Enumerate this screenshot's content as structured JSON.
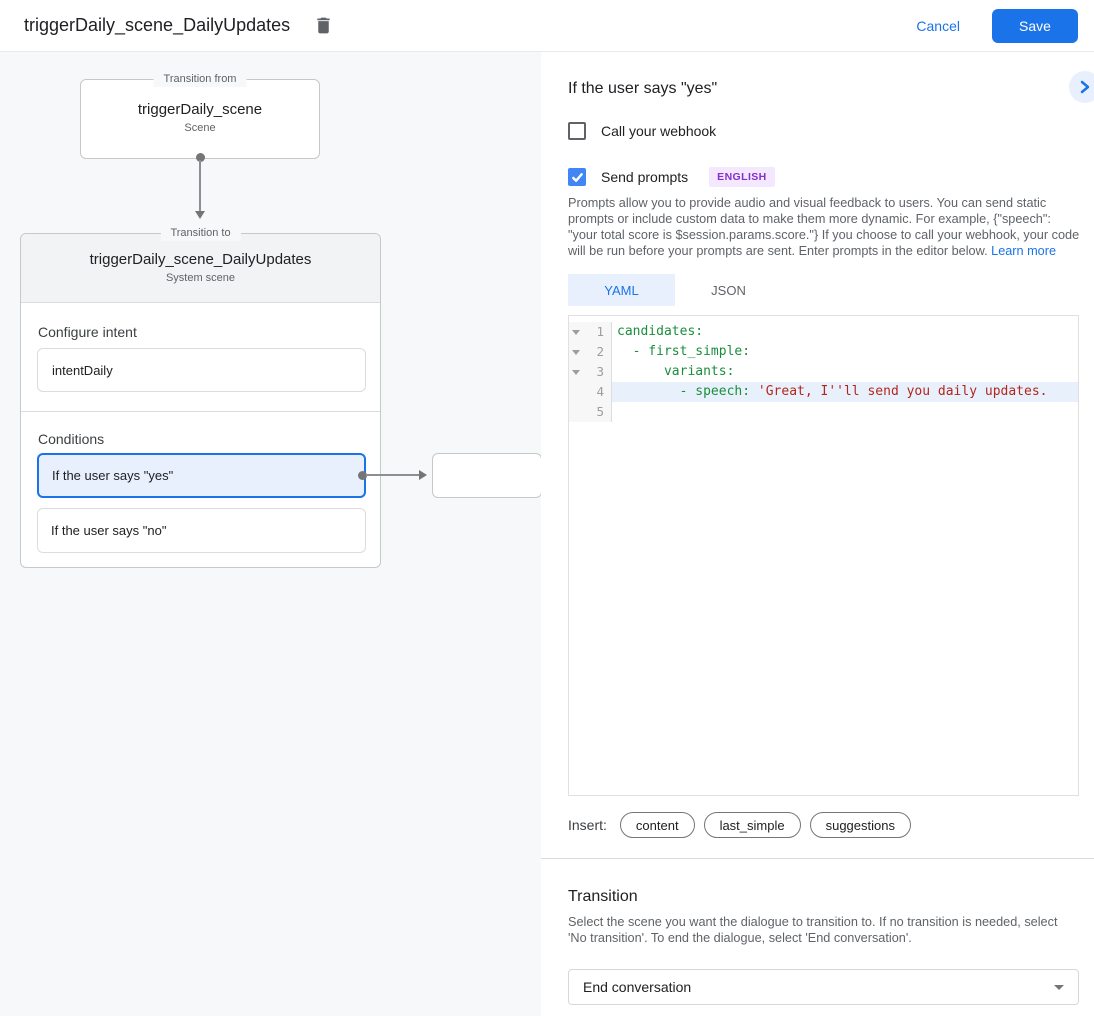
{
  "header": {
    "title": "triggerDaily_scene_DailyUpdates",
    "cancel_label": "Cancel",
    "save_label": "Save"
  },
  "flow": {
    "from_label": "Transition from",
    "from_scene": {
      "name": "triggerDaily_scene",
      "type": "Scene"
    },
    "to_label": "Transition to",
    "to_scene": {
      "name": "triggerDaily_scene_DailyUpdates",
      "type": "System scene"
    },
    "configure_intent": {
      "heading": "Configure intent",
      "value": "intentDaily"
    },
    "conditions": {
      "heading": "Conditions",
      "items": [
        {
          "label": "If the user says \"yes\"",
          "selected": true
        },
        {
          "label": "If the user says \"no\"",
          "selected": false
        }
      ]
    }
  },
  "panel": {
    "title": "If the user says \"yes\"",
    "webhook_label": "Call your webhook",
    "prompts_label": "Send prompts",
    "language_badge": "ENGLISH",
    "description": "Prompts allow you to provide audio and visual feedback to users. You can send static prompts or include custom data to make them more dynamic. For example, {\"speech\": \"your total score is $session.params.score.\"} If you choose to call your webhook, your code will be run before your prompts are sent. Enter prompts in the editor below. ",
    "learn_more_label": "Learn more",
    "tabs": [
      {
        "label": "YAML",
        "active": true
      },
      {
        "label": "JSON",
        "active": false
      }
    ],
    "editor": {
      "lines": [
        {
          "num": "1",
          "code": "candidates:",
          "string": ""
        },
        {
          "num": "2",
          "code": "  - first_simple:",
          "string": ""
        },
        {
          "num": "3",
          "code": "      variants:",
          "string": ""
        },
        {
          "num": "4",
          "code": "        - speech: ",
          "string": "'Great, I''ll send you daily updates."
        },
        {
          "num": "5",
          "code": "",
          "string": ""
        }
      ]
    },
    "insert": {
      "label": "Insert:",
      "chips": [
        "content",
        "last_simple",
        "suggestions"
      ]
    },
    "transition": {
      "heading": "Transition",
      "description": "Select the scene you want the dialogue to transition to. If no transition is needed, select 'No transition'. To end the dialogue, select 'End conversation'.",
      "selected_value": "End conversation"
    }
  },
  "colors": {
    "accent_blue": "#1a73e8",
    "checkbox_blue": "#4285f4",
    "selection_blue_bg": "#e8f0fe",
    "badge_purple_bg": "#f3e8fd",
    "badge_purple_text": "#8430ce",
    "code_key_green": "#1a8e3c",
    "code_string_red": "#b3261e",
    "canvas_gray": "#f6f8f9"
  }
}
